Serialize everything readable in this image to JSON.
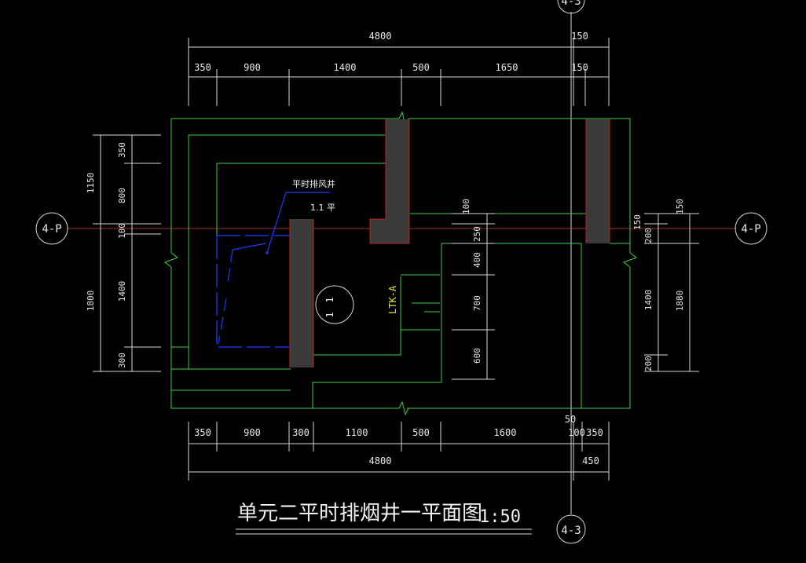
{
  "drawing": {
    "title": "单元二平时排烟井一平面图",
    "scale": "1:50",
    "axes": {
      "top_label": "4-3",
      "bottom_label": "4-3",
      "left_label": "4-P",
      "right_label": "4-P"
    },
    "notes": {
      "shaft_name": "平时排风井",
      "shaft_level": "1.1 平",
      "elevator_tag": "LTK-A",
      "section_mark_top": "1",
      "section_mark_bottom": "1"
    },
    "dims": {
      "top_total": "4800",
      "top_total_right": "150",
      "top_segments": [
        "350",
        "900",
        "1400",
        "500",
        "1650",
        "150"
      ],
      "bottom_segments": [
        "350",
        "900",
        "300",
        "1100",
        "500",
        "1600",
        "100",
        "350"
      ],
      "bottom_small": "50",
      "bottom_total": "4800",
      "bottom_total_right": "450",
      "left_outer": [
        "1150",
        "1800"
      ],
      "left_inner": [
        "350",
        "800",
        "100",
        "1400",
        "300"
      ],
      "right_outer": [
        "150",
        "1880"
      ],
      "right_inner": [
        "150",
        "200",
        "1400",
        "200"
      ],
      "middle_stack": [
        "100",
        "250",
        "400",
        "700",
        "600"
      ]
    }
  }
}
